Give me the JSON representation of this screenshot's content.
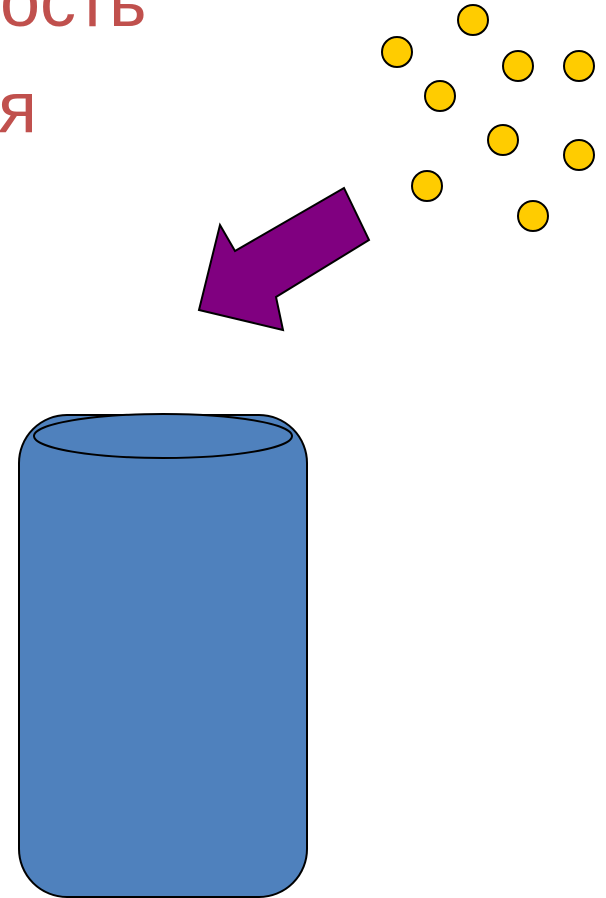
{
  "slide": {
    "title_lines": [
      "ость",
      "я"
    ],
    "title_color": "#c0504d"
  },
  "colors": {
    "particle_fill": "#ffcc00",
    "particle_stroke": "#000000",
    "arrow_fill": "#800080",
    "container_fill": "#4f81bd",
    "outline": "#000000"
  },
  "particles": {
    "count": 10
  }
}
